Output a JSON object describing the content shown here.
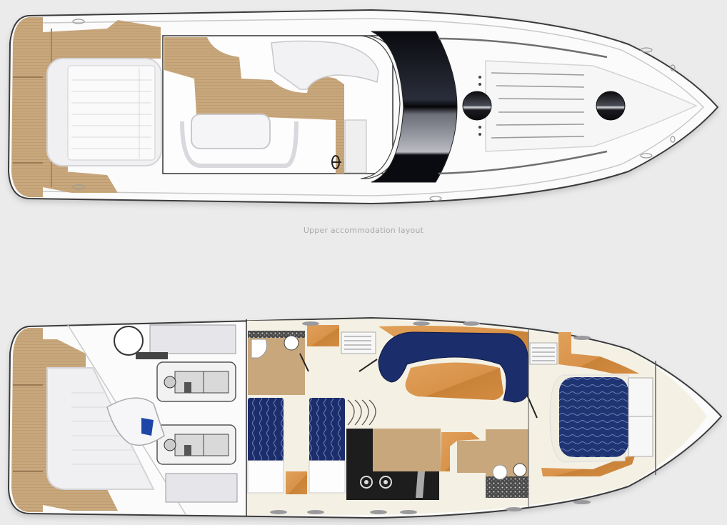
{
  "upper_deck": {
    "caption": "Upper accommodation layout",
    "zones": [
      "swim-platform",
      "sunbed",
      "cockpit-seating",
      "cockpit-table",
      "helm-station",
      "windscreen",
      "foredeck-sunpad",
      "deck-hatches"
    ]
  },
  "lower_deck": {
    "zones": [
      "swim-platform",
      "engine-room",
      "twin-engines",
      "tender-garage",
      "aft-cabin-port",
      "aft-cabin-starboard",
      "day-head",
      "saloon-settee",
      "saloon-table",
      "galley",
      "forward-head",
      "master-cabin-bed",
      "forepeak"
    ]
  },
  "colors": {
    "background": "#ebebeb",
    "hull_outline": "#3a3a3a",
    "teak": "#c8a77c",
    "wood_veneer": "#d9924a",
    "upholstery_navy": "#1c2d6b",
    "bed_navy": "#1f3472",
    "floor_cream": "#f4f1e4",
    "galley_black": "#1d1d1d",
    "windscreen_black": "#0e0f14"
  }
}
